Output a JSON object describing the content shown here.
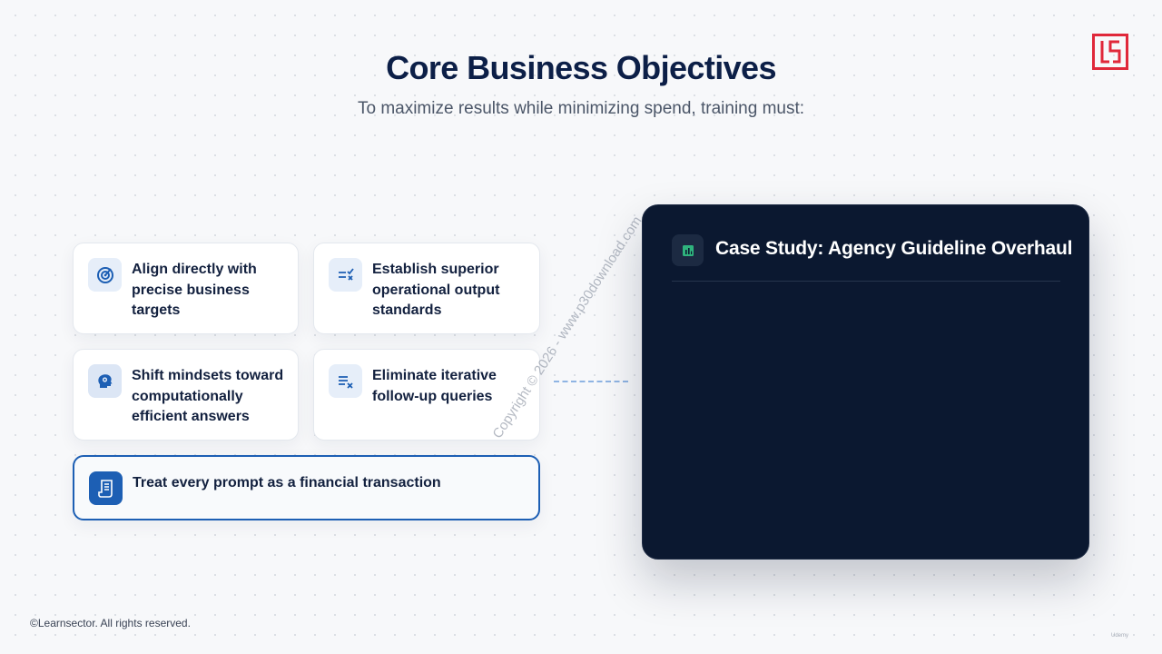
{
  "header": {
    "title": "Core Business Objectives",
    "subtitle": "To maximize results while minimizing spend, training must:"
  },
  "objectives": [
    {
      "icon": "target-icon",
      "label": "Align directly with precise business targets"
    },
    {
      "icon": "checklist-icon",
      "label": "Establish superior operational output standards"
    },
    {
      "icon": "head-gear-icon",
      "label": "Shift mindsets toward computationally efficient answers"
    },
    {
      "icon": "list-remove-icon",
      "label": "Eliminate iterative follow-up queries"
    },
    {
      "icon": "receipt-icon",
      "label": "Treat every prompt as a financial transaction"
    }
  ],
  "case_study": {
    "icon": "bar-chart-icon",
    "title": "Case Study: Agency Guideline Overhaul"
  },
  "watermark": "Copyright © 2026 - www.p30download.com",
  "footer": {
    "copyright": "©Learnsector. All rights reserved.",
    "corner_mark": "Udemy"
  },
  "colors": {
    "accent": "#1d5fb4",
    "title": "#0c1f47",
    "panel_bg": "#0b1830",
    "logo": "#e0283a",
    "chart_icon": "#2fb37d"
  }
}
